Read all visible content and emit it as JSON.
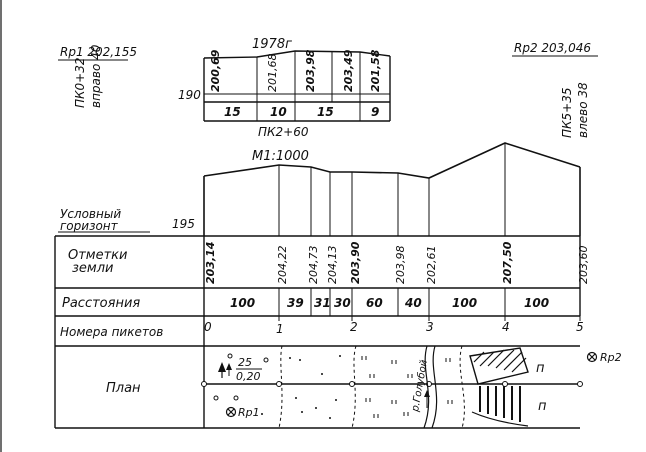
{
  "header": {
    "year": "1978г",
    "rp1": "Rp1 202,155",
    "rp1_pk": "ПК0+32",
    "rp1_offset": "вправо 40",
    "rp2": "Rp2 203,046",
    "rp2_pk": "ПК5+35",
    "rp2_offset": "влево 38"
  },
  "inset": {
    "horizon": "190",
    "elevations": [
      "200,69",
      "201,68",
      "203,98",
      "203,49",
      "201,58"
    ],
    "distances": [
      "15",
      "10",
      "15",
      "9"
    ],
    "picket_label": "ПК2+60"
  },
  "profile": {
    "scale": "М1:1000",
    "horizon_label_1": "Условный",
    "horizon_label_2": "горизонт",
    "horizon_value": "195"
  },
  "rows": {
    "elevations_label_1": "Отметки",
    "elevations_label_2": "земли",
    "distances_label": "Расстояния",
    "pickets_label": "Номера пикетов",
    "plan_label": "План"
  },
  "ground_elevations": [
    "203,14",
    "204,22",
    "204,73",
    "204,13",
    "203,90",
    "203,98",
    "202,61",
    "207,50",
    "203,60"
  ],
  "distances": [
    "100",
    "39",
    "31",
    "30",
    "60",
    "40",
    "100",
    "100"
  ],
  "pickets": [
    "0",
    "1",
    "2",
    "3",
    "4",
    "5"
  ],
  "plan": {
    "tree_symbol": "25",
    "tree_sub": "0,20",
    "river": "р.Голубой",
    "rp1": "Rp1",
    "rp2": "Rp2",
    "meadow_1": "п",
    "meadow_2": "п"
  }
}
